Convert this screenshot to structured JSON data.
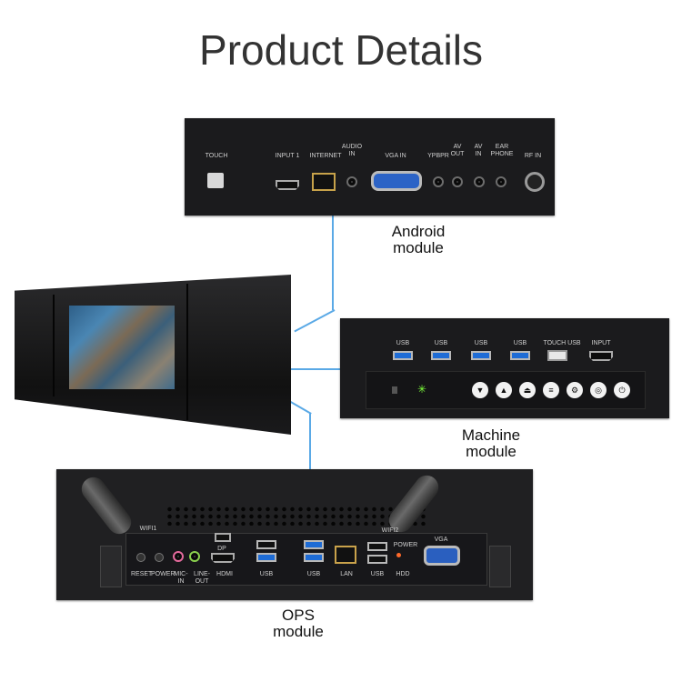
{
  "title": "Product Details",
  "android": {
    "caption_line1": "Android",
    "caption_line2": "module",
    "labels": {
      "touch": "TOUCH",
      "input1": "INPUT 1",
      "internet": "INTERNET",
      "audio_in": "AUDIO IN",
      "vga_in": "VGA IN",
      "ypbpr": "YPBPR",
      "av_out": "AV OUT",
      "av_in": "AV IN",
      "earphone": "EAR PHONE",
      "rf_in": "RF IN"
    }
  },
  "machine": {
    "caption_line1": "Machine",
    "caption_line2": "module",
    "labels": {
      "usb": "USB",
      "touch_usb": "TOUCH USB",
      "input": "INPUT"
    },
    "buttons": [
      "▼",
      "▲",
      "⏏",
      "≡",
      "⚙",
      "◎",
      "⏻"
    ]
  },
  "ops": {
    "caption_line1": "OPS",
    "caption_line2": "module",
    "labels": {
      "wifi1": "WIFI1",
      "wifi2": "WIFI2",
      "dp": "DP",
      "power_top": "POWER",
      "vga": "VGA",
      "reset": "RESET",
      "power": "POWER",
      "mic_in": "MIC-IN",
      "line_out": "LINE-OUT",
      "hdmi": "HDMI",
      "usb": "USB",
      "lan": "LAN",
      "hdd": "HDD"
    }
  },
  "colors": {
    "connector_line": "#5aa9e6",
    "panel": "#1b1b1d",
    "usb_blue": "#1e6cd6"
  }
}
